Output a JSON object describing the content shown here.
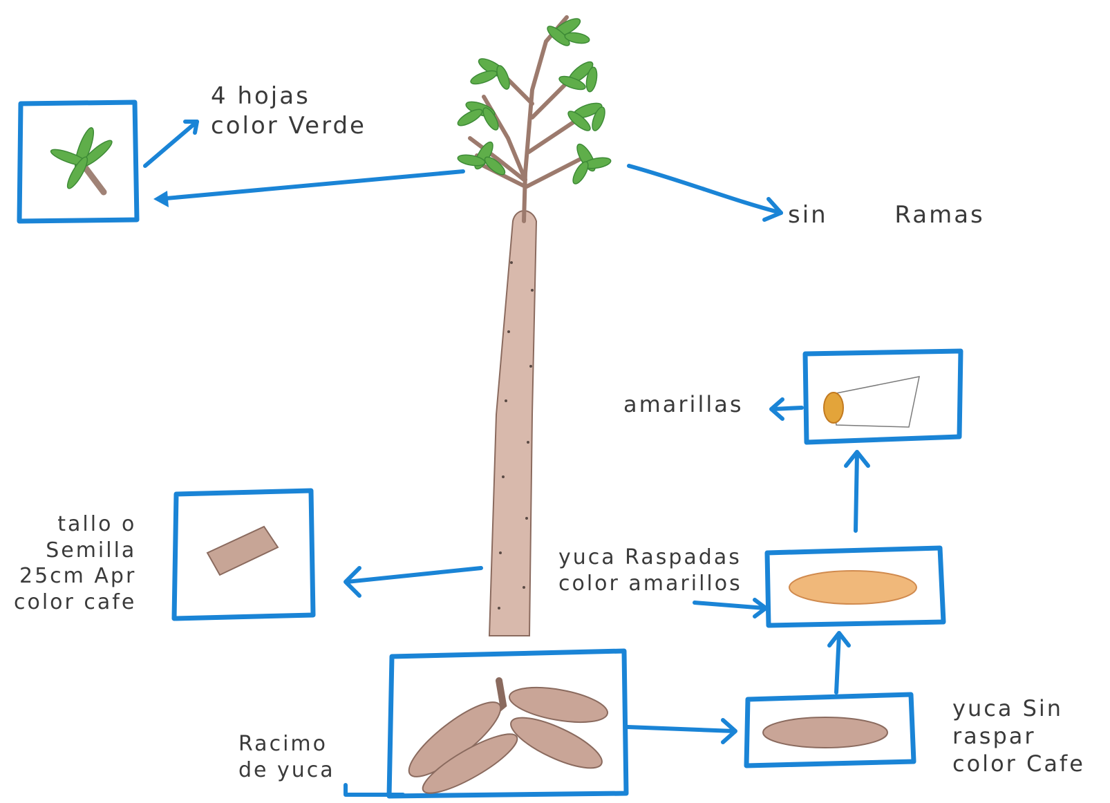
{
  "labels": {
    "leaves": "4 hojas\ncolor Verde",
    "branches": "sin       Ramas",
    "stem": "tallo o\nSemilla\n25cm Apr\ncolor cafe",
    "cluster": "Racimo\nde yuca",
    "unpeeled": "yuca Sin\nraspar\ncolor Cafe",
    "peeled": "yuca Raspadas\ncolor amarillos",
    "yellow": "amarillas"
  },
  "colors": {
    "box_stroke": "#1a84d6",
    "leaf_green": "#5fae4a",
    "stem_brown": "#d8b9ac",
    "peeled_yellow": "#f0b87a",
    "cut_orange": "#e3a43a"
  }
}
